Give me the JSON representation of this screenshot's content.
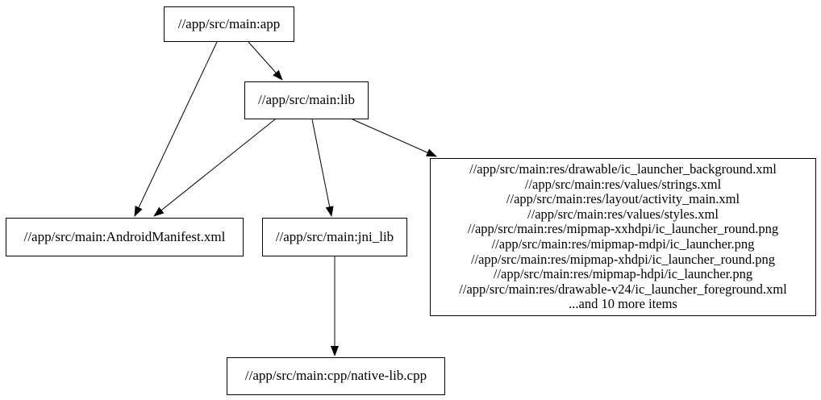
{
  "graph": {
    "title": "bazel-dependency-graph",
    "colors": {
      "background": "#ffffff",
      "node_border": "#000000",
      "edge": "#000000",
      "text": "#000000"
    },
    "nodes": {
      "app": {
        "label": "//app/src/main:app"
      },
      "lib": {
        "label": "//app/src/main:lib"
      },
      "manifest": {
        "label": "//app/src/main:AndroidManifest.xml"
      },
      "jni_lib": {
        "label": "//app/src/main:jni_lib"
      },
      "resources": {
        "lines": [
          "//app/src/main:res/drawable/ic_launcher_background.xml",
          "//app/src/main:res/values/strings.xml",
          "//app/src/main:res/layout/activity_main.xml",
          "//app/src/main:res/values/styles.xml",
          "//app/src/main:res/mipmap-xxhdpi/ic_launcher_round.png",
          "//app/src/main:res/mipmap-mdpi/ic_launcher.png",
          "//app/src/main:res/mipmap-xhdpi/ic_launcher_round.png",
          "//app/src/main:res/mipmap-hdpi/ic_launcher.png",
          "//app/src/main:res/drawable-v24/ic_launcher_foreground.xml",
          "...and 10 more items"
        ]
      },
      "native_lib": {
        "label": "//app/src/main:cpp/native-lib.cpp"
      }
    },
    "edges": [
      {
        "from": "app",
        "to": "lib"
      },
      {
        "from": "app",
        "to": "manifest"
      },
      {
        "from": "lib",
        "to": "manifest"
      },
      {
        "from": "lib",
        "to": "jni_lib"
      },
      {
        "from": "lib",
        "to": "resources"
      },
      {
        "from": "jni_lib",
        "to": "native_lib"
      }
    ]
  }
}
